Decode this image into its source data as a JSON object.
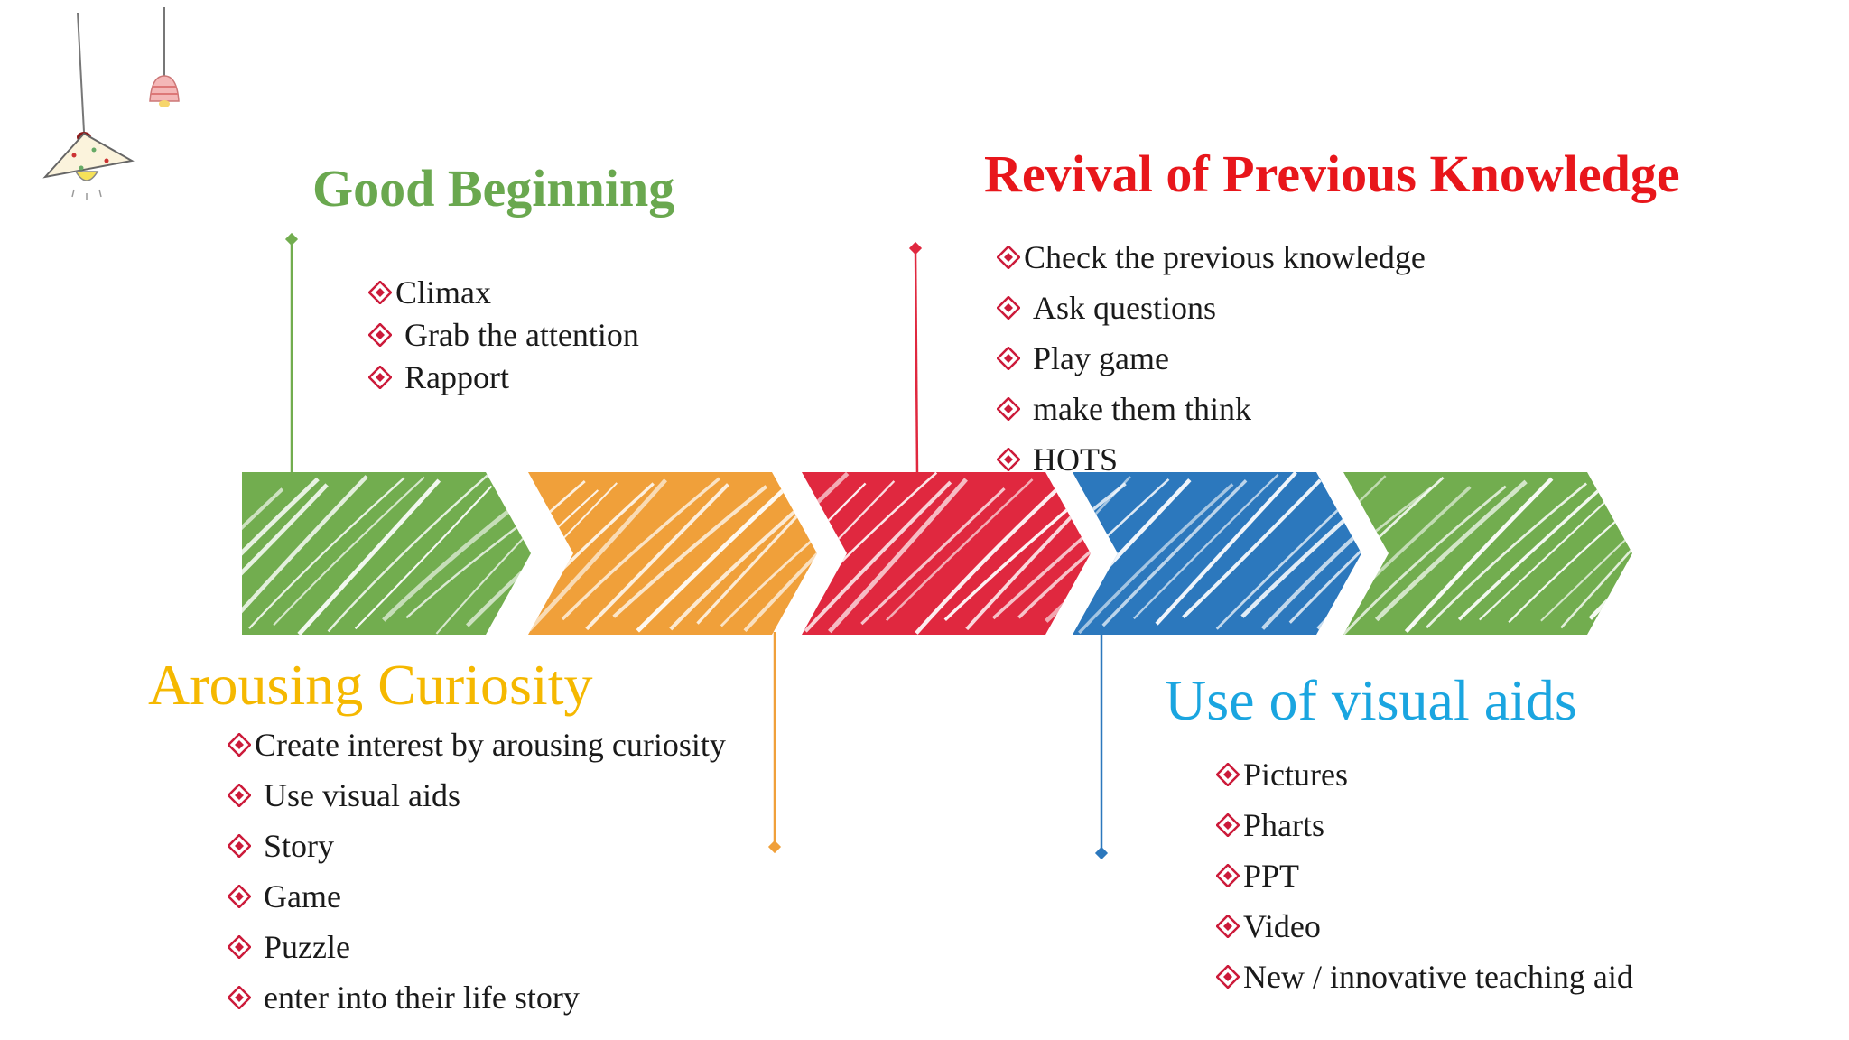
{
  "colors": {
    "green": "#72ad4f",
    "orange": "#f0a03a",
    "red": "#e0283f",
    "blue": "#2c78bd",
    "heading_green": "#6aa84f",
    "heading_red": "#e8161b",
    "heading_orange": "#f5b800",
    "heading_blue": "#1aa5e0",
    "bullet": "#cc1a3a"
  },
  "sections": {
    "good_beginning": {
      "title": "Good Beginning",
      "items": [
        "Climax",
        "Grab the attention",
        "Rapport"
      ]
    },
    "revival": {
      "title": "Revival of Previous Knowledge",
      "items": [
        "Check the previous knowledge",
        "Ask questions",
        "Play game",
        "make them think",
        "HOTS"
      ]
    },
    "arousing": {
      "title": "Arousing Curiosity",
      "items": [
        "Create interest by arousing curiosity",
        "Use visual aids",
        "Story",
        "Game",
        "Puzzle",
        "enter into their life story"
      ]
    },
    "visual_aids": {
      "title": "Use of visual aids",
      "items": [
        "Pictures",
        "Pharts",
        "PPT",
        "Video",
        "New / innovative teaching aid"
      ]
    }
  },
  "decor": {
    "icons": [
      "hanging-lamp-icon",
      "hanging-bell-lamp-icon"
    ]
  }
}
